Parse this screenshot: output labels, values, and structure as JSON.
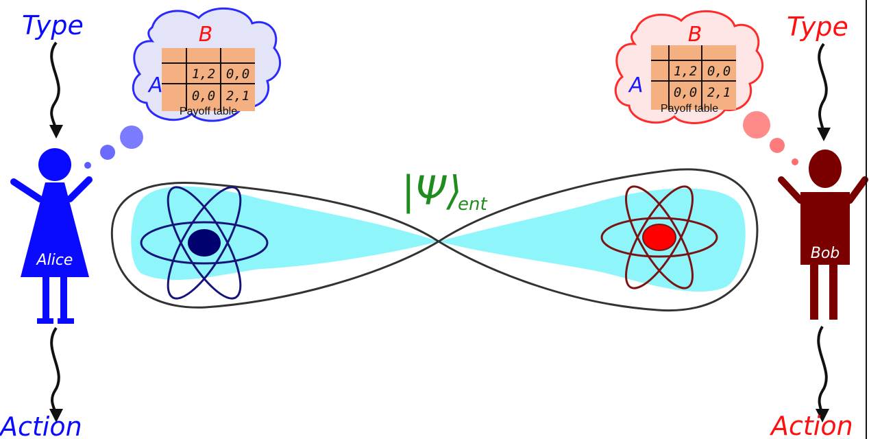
{
  "colors": {
    "alice": "#0a0aff",
    "bob": "#7a0000",
    "player_a": "#1a1aff",
    "player_b": "#ff1010",
    "state": "#1f8c1f",
    "cloud_left_fill": "#e4e4f8",
    "cloud_right_fill": "#ffe6e6",
    "table_fill": "#f4b080",
    "lobe_fill": "#8ef6fa",
    "atom_left": "#14147a",
    "atom_right": "#7a1414",
    "nucleus_left": "#00006e",
    "nucleus_right": "#ff0000"
  },
  "alice": {
    "type_label": "Type",
    "action_label": "Action",
    "name": "Alice",
    "thought": {
      "col_player": "B",
      "row_player": "A",
      "caption": "Payoff table",
      "cells": [
        [
          "1,2",
          "0,0"
        ],
        [
          "0,0",
          "2,1"
        ]
      ]
    }
  },
  "bob": {
    "type_label": "Type",
    "action_label": "Action",
    "name": "Bob",
    "thought": {
      "col_player": "B",
      "row_player": "A",
      "caption": "Payoff table",
      "cells": [
        [
          "1,2",
          "0,0"
        ],
        [
          "0,0",
          "2,1"
        ]
      ]
    }
  },
  "state": {
    "ket": "|Ψ⟩",
    "subscript": "ent"
  },
  "icons": [
    "person-icon",
    "thought-cloud-icon",
    "atom-icon",
    "arrow-icon"
  ]
}
